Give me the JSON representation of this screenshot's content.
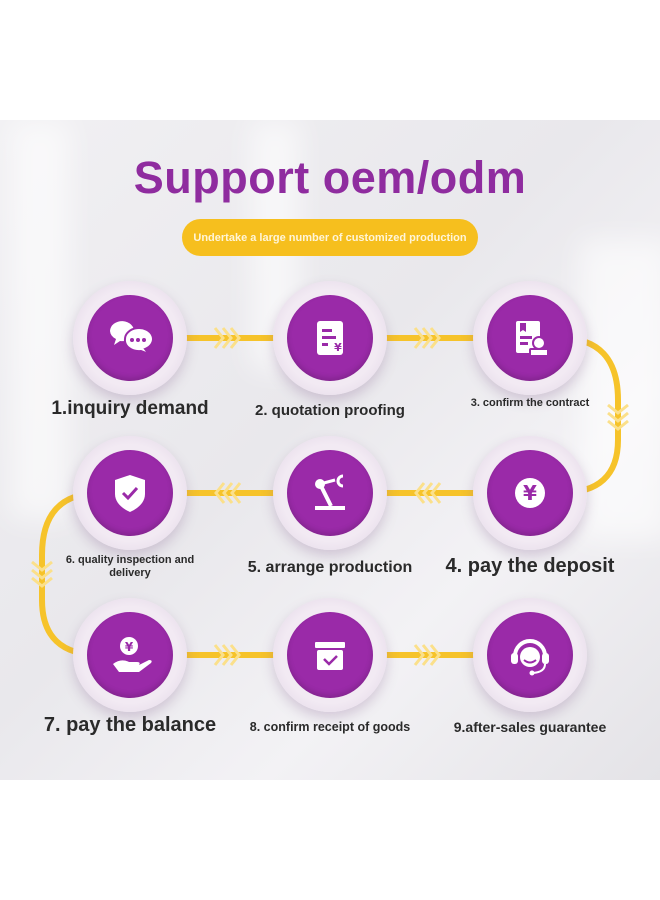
{
  "title": "Support oem/odm",
  "subtitle": "Undertake a large number of customized production",
  "colors": {
    "purple": "#9a2aa8",
    "title": "#8f2c9f",
    "yellow": "#f6bf1e"
  },
  "steps": [
    {
      "label": "1.inquiry demand",
      "icon": "chat-bubbles-icon"
    },
    {
      "label": "2. quotation proofing",
      "icon": "quotation-document-icon"
    },
    {
      "label": "3. confirm the contract",
      "icon": "contract-stamp-icon"
    },
    {
      "label": "4. pay the deposit",
      "icon": "yen-coin-icon"
    },
    {
      "label": "5. arrange production",
      "icon": "robot-arm-icon"
    },
    {
      "label": "6. quality inspection and delivery",
      "icon": "shield-check-icon"
    },
    {
      "label": "7. pay the balance",
      "icon": "hand-coin-icon"
    },
    {
      "label": "8. confirm receipt of goods",
      "icon": "box-check-icon"
    },
    {
      "label": "9.after-sales guarantee",
      "icon": "headset-agent-icon"
    }
  ]
}
